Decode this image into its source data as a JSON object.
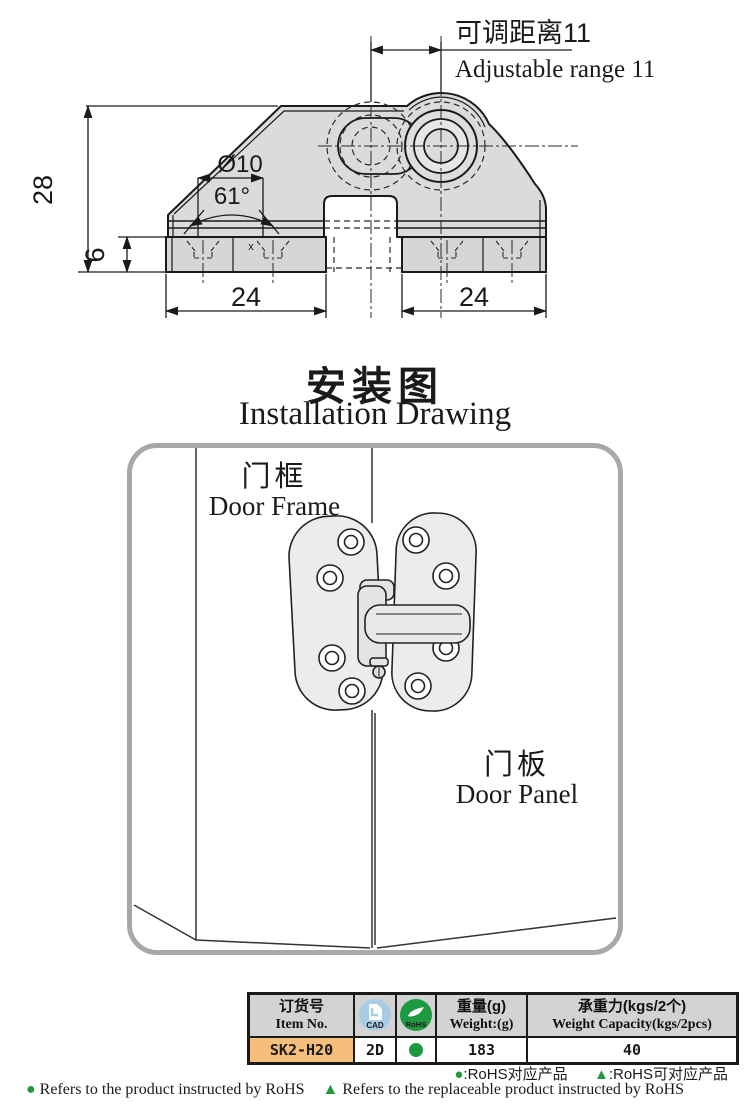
{
  "technical_drawing": {
    "dim_adjustable_cn": "可调距离11",
    "dim_adjustable_en": "Adjustable range 11",
    "dim_height": "28",
    "dim_base_height": "6",
    "dim_hole_dia": "Ø10",
    "dim_angle": "61°",
    "dim_left_width": "24",
    "dim_right_width": "24",
    "thread_mark": "x"
  },
  "installation": {
    "title_cn": "安装图",
    "title_en": "Installation Drawing",
    "door_frame_cn": "门框",
    "door_frame_en": "Door Frame",
    "door_panel_cn": "门板",
    "door_panel_en": "Door Panel"
  },
  "table": {
    "headers": {
      "item_no_cn": "订货号",
      "item_no_en": "Item No.",
      "cad_icon_label": "CAD",
      "rohs_icon_label": "RoHS",
      "weight_cn": "重量(g)",
      "weight_en": "Weight:(g)",
      "capacity_cn": "承重力(kgs/2个)",
      "capacity_en": "Weight Capacity(kgs/2pcs)"
    },
    "row": {
      "item_no": "SK2-H20",
      "cad": "2D",
      "rohs_status": "compliant",
      "weight": "183",
      "capacity": "40"
    },
    "colors": {
      "item_bg": "#F6BE7D",
      "header_bg": "#D3D3D3",
      "rohs_green": "#1D9A40",
      "cad_blue": "#A9CCE5"
    }
  },
  "footnotes": {
    "dot_symbol": "●",
    "tri_symbol": "▲",
    "line1_dot_text": ":RoHS对应产品",
    "line1_tri_text": ":RoHS可对应产品",
    "line2_dot_text": "Refers to the product instructed by RoHS",
    "line2_tri_text": "Refers to the replaceable product instructed by RoHS"
  }
}
